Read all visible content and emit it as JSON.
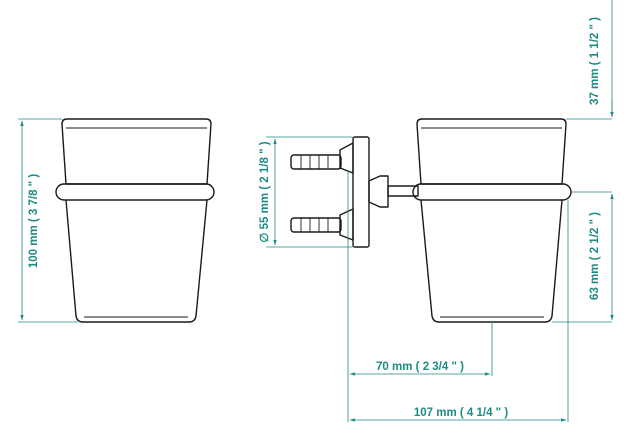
{
  "colors": {
    "dimension": "#1e8a84",
    "outline": "#1a1a1a",
    "background": "#ffffff"
  },
  "dimensions": {
    "total_height": "100 mm ( 3 7/8 \" )",
    "top_offset": "37 mm ( 1 1/2 \" )",
    "cup_lower_height": "63 mm ( 2 1/2 \" )",
    "mount_diameter": "∅ 55 mm ( 2 1/8 \" )",
    "projection_to_center": "70 mm ( 2 3/4 \" )",
    "total_projection": "107 mm ( 4 1/4 \" )"
  }
}
